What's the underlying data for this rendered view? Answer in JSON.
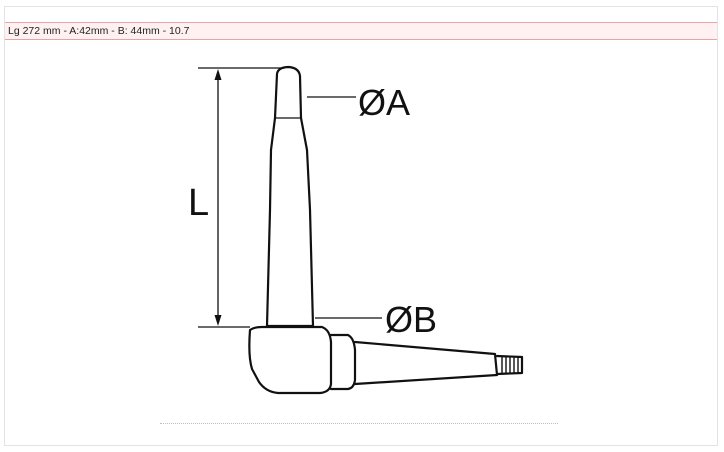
{
  "caption": "Lg 272 mm - A:42mm - B: 44mm - 10.7",
  "diagram": {
    "label_length": "L",
    "label_a": "ØA",
    "label_b": "ØB"
  },
  "colors": {
    "caption_background": "#fff1f1",
    "caption_border": "#e8a3a3",
    "line": "#111111"
  }
}
